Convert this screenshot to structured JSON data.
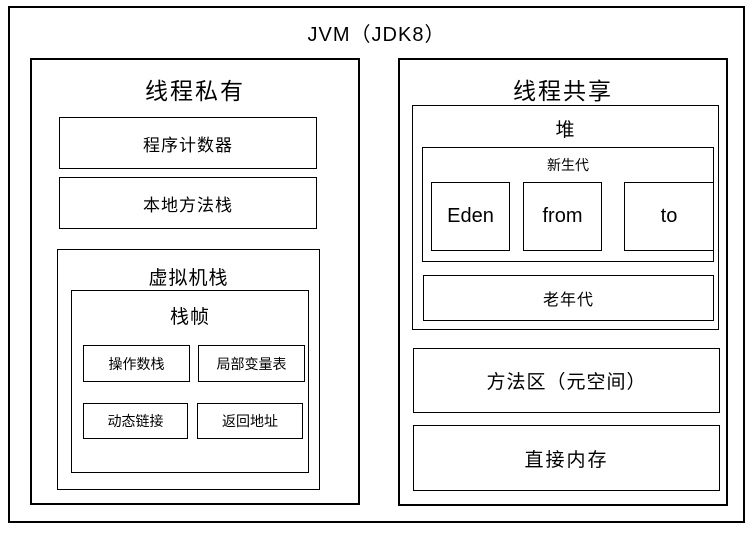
{
  "title": "JVM（JDK8）",
  "left_panel": {
    "title": "线程私有",
    "program_counter": "程序计数器",
    "native_method_stack": "本地方法栈",
    "vm_stack": {
      "title": "虚拟机栈",
      "stack_frame": {
        "title": "栈帧",
        "operand_stack": "操作数栈",
        "local_variable_table": "局部变量表",
        "dynamic_link": "动态链接",
        "return_address": "返回地址"
      }
    }
  },
  "right_panel": {
    "title": "线程共享",
    "heap": {
      "title": "堆",
      "young_gen": {
        "title": "新生代",
        "regions": [
          "Eden",
          "from",
          "to"
        ]
      },
      "old_gen": "老年代"
    },
    "method_area": "方法区（元空间）",
    "direct_memory": "直接内存"
  },
  "colors": {
    "line": "#000000",
    "background": "#ffffff"
  }
}
